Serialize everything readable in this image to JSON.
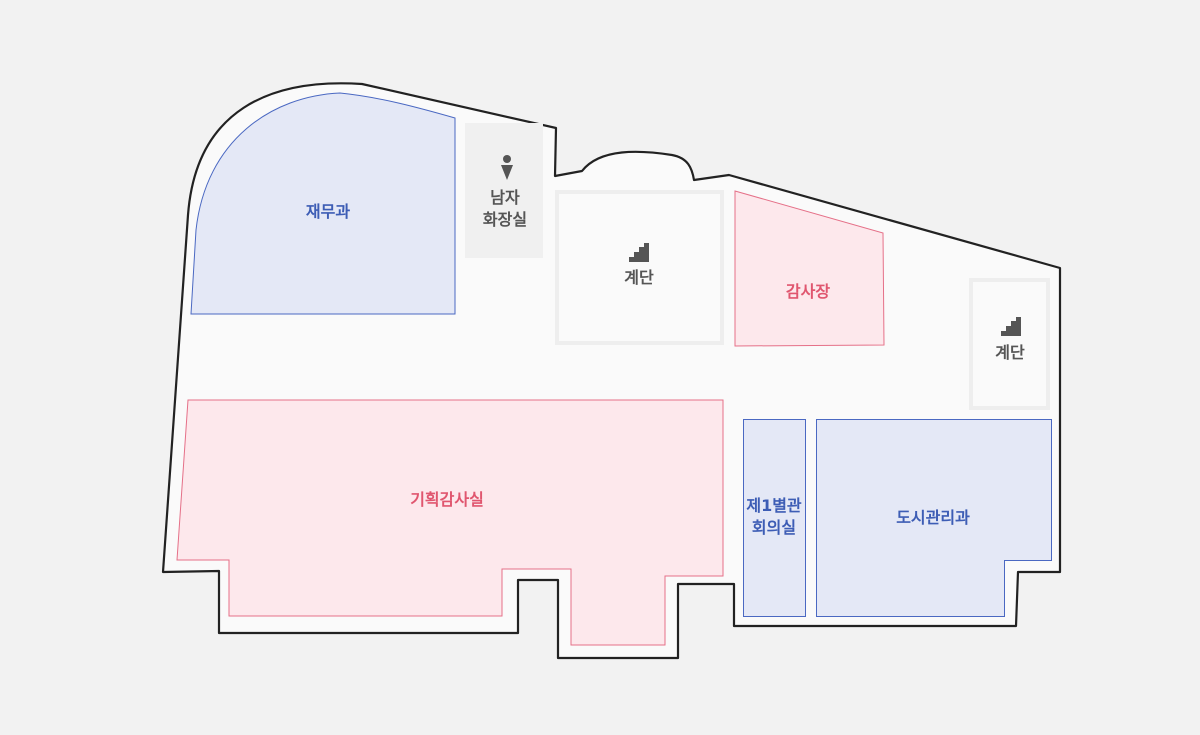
{
  "colors": {
    "outline": "#222222",
    "floor": "#fafafa",
    "blue_fill": "#e4e8f6",
    "blue_stroke": "#4a68c2",
    "red_fill": "#fde8ec",
    "red_stroke": "#e57088",
    "gray_fill": "#f0f0f0",
    "text_blue": "#3d5db5",
    "text_red": "#e0566f",
    "text_gray": "#555555"
  },
  "rooms": {
    "finance": {
      "label": "재무과"
    },
    "mens_restroom": {
      "line1": "남자",
      "line2": "화장실",
      "icon": "restroom-man-icon"
    },
    "stairs_center": {
      "label": "계단",
      "icon": "stairs-icon"
    },
    "audit_chief": {
      "label": "감사장"
    },
    "stairs_right": {
      "label": "계단",
      "icon": "stairs-icon"
    },
    "planning_audit": {
      "label": "기획감사실"
    },
    "annex_meeting": {
      "line1": "제1별관",
      "line2": "회의실"
    },
    "urban_management": {
      "label": "도시관리과"
    }
  }
}
